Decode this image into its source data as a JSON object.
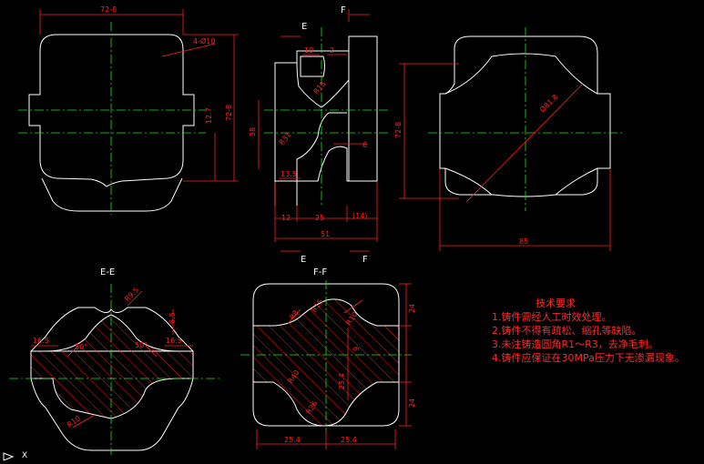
{
  "front_view": {
    "dim_width": "72-8",
    "dim_holes": "4-Ø10",
    "dim_offset": "12.7",
    "dim_height": "72-8"
  },
  "side_view": {
    "d10": "10",
    "d2": "2",
    "r15": "R15",
    "r31": "R31",
    "d38": "38",
    "d6": "6",
    "d13_5": "13.5",
    "d12": "12",
    "d25": "25",
    "d14": "(14)",
    "d51": "51",
    "mark_e": "E",
    "mark_f": "F"
  },
  "right_view": {
    "dia": "Ø81.8",
    "dim_height": "72-8",
    "dim_width": "85"
  },
  "section_ee": {
    "title": "E-E",
    "d16_5": "16.5",
    "angle": "50°",
    "r9_5": "R9.5",
    "d6_5": "6.5",
    "r10": "R10"
  },
  "section_ff": {
    "title": "F-F",
    "r8": "R8",
    "r15": "R15",
    "r10": "R10",
    "d9": "9",
    "d25_4": "25.4",
    "r40": "R40",
    "r26": "R26",
    "d24": "24"
  },
  "notes": {
    "title": "技术要求",
    "items": [
      "1.铸件需经人工时效处理。",
      "2.铸件不得有疏松、缩孔等缺陷。",
      "3.未注铸造圆角R1～R3，去净毛刺。",
      "4.铸件应保证在30MPa压力下无渗漏现象。"
    ]
  },
  "ucs": {
    "label": "X"
  },
  "colors": {
    "background": "#000000",
    "outline": "#ffffff",
    "dimension": "#ff2020",
    "centerline": "#19e619"
  }
}
